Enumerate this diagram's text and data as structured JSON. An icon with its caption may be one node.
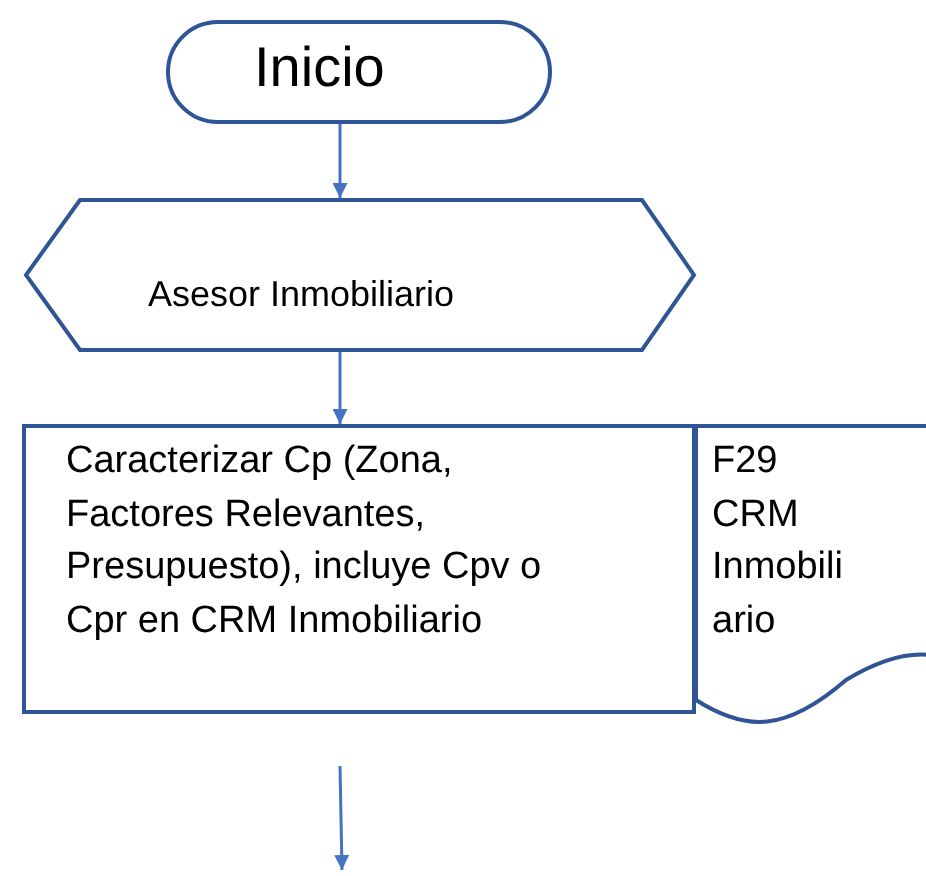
{
  "diagram": {
    "nodes": [
      {
        "text": [
          "Inicio"
        ]
      },
      {
        "text": [
          "Asesor Inmobiliario"
        ]
      },
      {
        "text": [
          "Caracterizar Cp (Zona, Factores Relevantes, Presupuesto), incluye Cpv o Cpr en CRM Inmobiliario"
        ]
      },
      {
        "text": [
          "F29 CRM Inmobiliario"
        ]
      }
    ],
    "edges": [
      {
        "from": 0,
        "to": 1,
        "arrow": "to"
      },
      {
        "from": 1,
        "to": 2,
        "arrow": "to"
      }
    ]
  }
}
